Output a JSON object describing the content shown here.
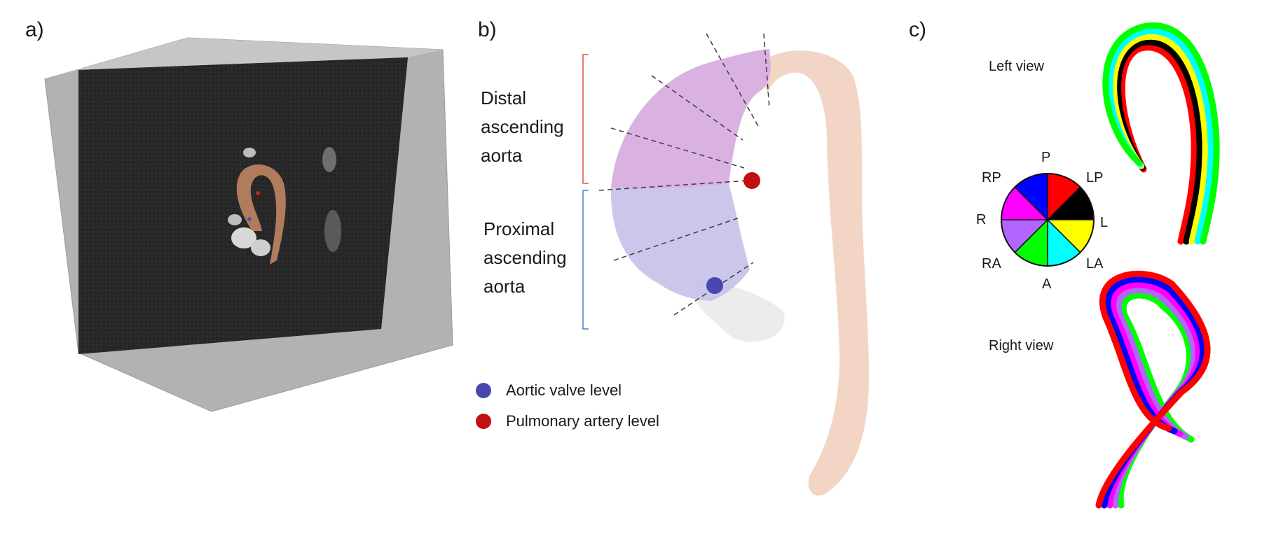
{
  "panels": [
    {
      "id": "a",
      "label": "a)"
    },
    {
      "id": "b",
      "label": "b)"
    },
    {
      "id": "c",
      "label": "c)"
    }
  ],
  "panel_b": {
    "distal_label": [
      "Distal",
      "ascending",
      "aorta"
    ],
    "proximal_label": [
      "Proximal",
      "ascending",
      "aorta"
    ],
    "legend": [
      {
        "label": "Aortic valve level",
        "color": "#4a46b0"
      },
      {
        "label": "Pulmonary artery level",
        "color": "#c01010"
      }
    ],
    "colors": {
      "distal_segment": "#d8aee0",
      "proximal_segment": "#c8c4ea",
      "root": "#ececec",
      "arch": "#f2d5c4",
      "distal_bracket": "#e05050",
      "proximal_bracket": "#5a7ccf"
    }
  },
  "panel_c": {
    "left_view": "Left view",
    "right_view": "Right view",
    "sectors": [
      {
        "label": "P",
        "color": "#ff0000"
      },
      {
        "label": "LP",
        "color": "#000000"
      },
      {
        "label": "L",
        "color": "#ffff00"
      },
      {
        "label": "LA",
        "color": "#00ffff"
      },
      {
        "label": "A",
        "color": "#00ff00"
      },
      {
        "label": "RA",
        "color": "#b266ff"
      },
      {
        "label": "R",
        "color": "#ff00ff"
      },
      {
        "label": "RP",
        "color": "#0000ff"
      }
    ]
  }
}
